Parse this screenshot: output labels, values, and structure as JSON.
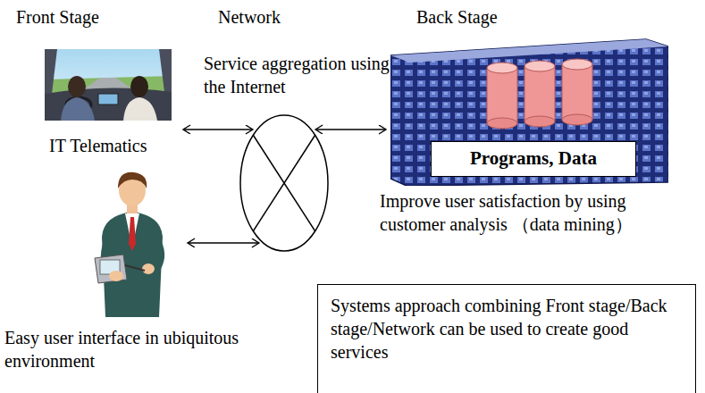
{
  "diagram": {
    "nodes": [
      {
        "text": [
          "IT Telematics"
        ]
      },
      {
        "text": [
          "Easy user interface in ubiquitous environment"
        ]
      },
      {
        "text": [
          "Service aggregation using the Internet"
        ]
      },
      {
        "text": [
          "Improve user satisfaction by using customer analysis （data mining）"
        ]
      },
      {
        "text": [
          "Programs, Data"
        ],
        "in": 3
      },
      {
        "text": [
          "Systems approach combining Front stage/Back stage/Network can be used to create good services"
        ]
      }
    ],
    "edges": [
      {
        "from": 0,
        "to": 2,
        "arrow": "both"
      },
      {
        "from": 1,
        "to": 2,
        "arrow": "both"
      },
      {
        "from": 2,
        "to": 3,
        "arrow": "both"
      }
    ],
    "labels": [
      "Front Stage",
      "Network",
      "Back Stage"
    ]
  }
}
